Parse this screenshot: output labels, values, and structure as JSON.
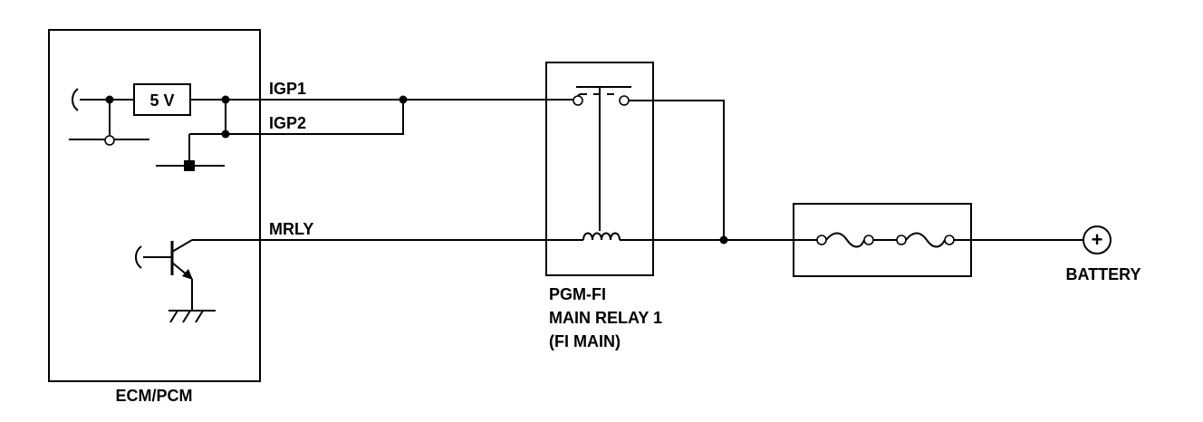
{
  "diagram": {
    "title": "",
    "colors": {
      "line": "#000000",
      "background": "#ffffff"
    },
    "components": {
      "ecm": {
        "label": "ECM/PCM"
      },
      "regulator": {
        "label": "5 V"
      },
      "relay": {
        "label_lines": [
          "PGM-FI",
          "MAIN RELAY 1",
          "(FI MAIN)"
        ]
      },
      "fuse_box": {
        "label": ""
      },
      "battery": {
        "label": "BATTERY",
        "symbol": "+"
      }
    },
    "signals": {
      "igp1": "IGP1",
      "igp2": "IGP2",
      "mrly": "MRLY"
    },
    "connections": [
      {
        "from": "ecm.IGP1",
        "to": "relay.switch_input"
      },
      {
        "from": "ecm.IGP2",
        "to": "ecm.IGP1_junction"
      },
      {
        "from": "ecm.MRLY",
        "to": "relay.coil"
      },
      {
        "from": "relay.switch_output",
        "to": "battery_junction"
      },
      {
        "from": "relay.coil",
        "to": "battery_junction"
      },
      {
        "from": "battery_junction",
        "to": "fuse_box"
      },
      {
        "from": "fuse_box",
        "to": "battery.positive"
      }
    ]
  }
}
